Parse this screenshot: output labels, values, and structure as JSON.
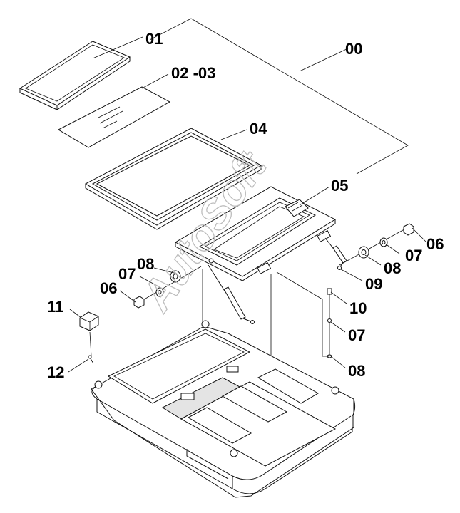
{
  "watermark": "AutoSoft",
  "labels": {
    "l00": "00",
    "l01": "01",
    "l02_03": "02 -03",
    "l04": "04",
    "l05": "05",
    "l06a": "06",
    "l06b": "06",
    "l07a": "07",
    "l07b": "07",
    "l07c": "07",
    "l08a": "08",
    "l08b": "08",
    "l08c": "08",
    "l09": "09",
    "l10": "10",
    "l11": "11",
    "l12": "12"
  }
}
